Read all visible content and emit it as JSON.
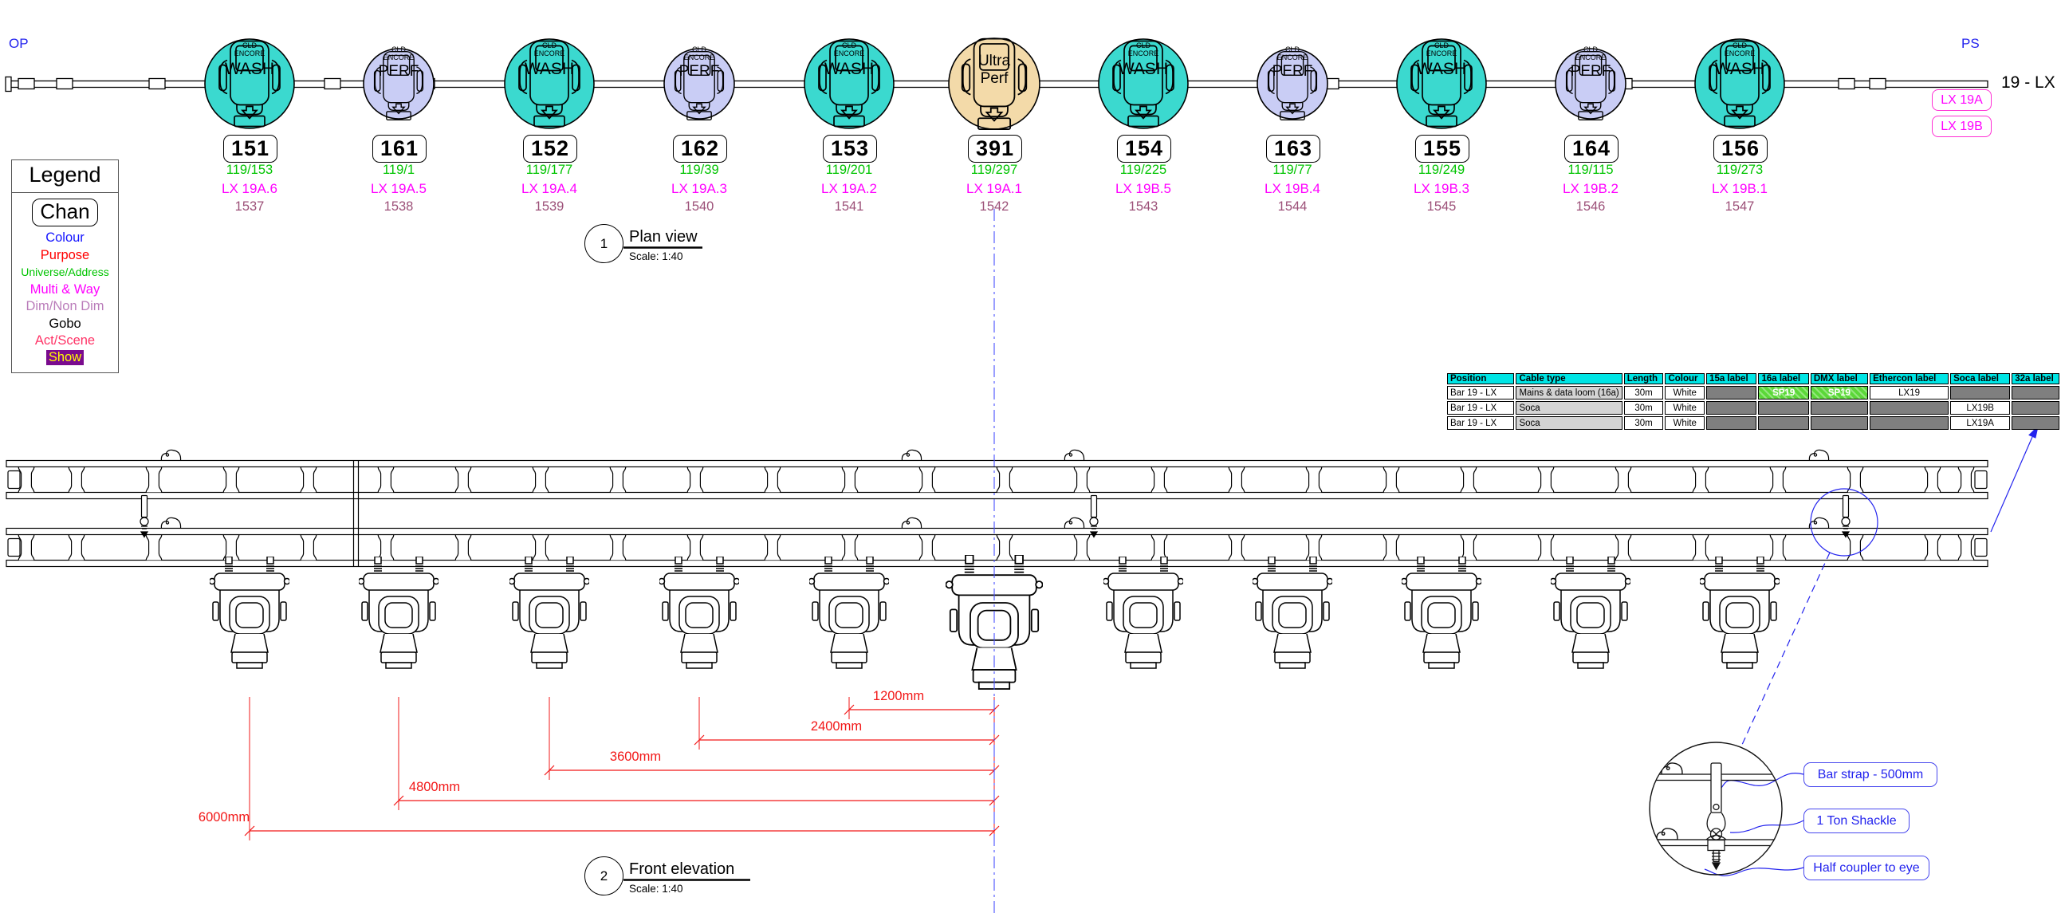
{
  "corner": {
    "op": "OP",
    "ps": "PS",
    "bar_name": "19 - LX",
    "loom_a": "LX 19A",
    "loom_b": "LX 19B"
  },
  "legend": {
    "title": "Legend",
    "chan": "Chan",
    "items": [
      {
        "label": "Colour",
        "color": "#1414FF"
      },
      {
        "label": "Purpose",
        "color": "#FF0000"
      },
      {
        "label": "Universe/Address",
        "color": "#00C400"
      },
      {
        "label": "Multi & Way",
        "color": "#FF00FF"
      },
      {
        "label": "Dim/Non Dim",
        "color": "#BA7CBA"
      },
      {
        "label": "Gobo",
        "color": "#000000"
      },
      {
        "label": "Act/Scene",
        "color": "#FF3366"
      },
      {
        "label": "Show",
        "color": "#FFFF00",
        "bg": "#7A0B8E"
      }
    ]
  },
  "views": [
    {
      "num": "1",
      "title": "Plan view",
      "scale": "Scale: 1:40"
    },
    {
      "num": "2",
      "title": "Front elevation",
      "scale": "Scale: 1:40"
    }
  ],
  "fixtures": [
    {
      "channel": "151",
      "type": "wash",
      "brand_a": "CLD",
      "brand_b": "ENCORE",
      "label_a": "WASH",
      "label_b": "",
      "universe": "119/153",
      "multi": "LX 19A.6",
      "dim": "1537"
    },
    {
      "channel": "161",
      "type": "perf",
      "brand_a": "CLD",
      "brand_b": "ENCORE",
      "label_a": "PERF",
      "label_b": "",
      "universe": "119/1",
      "multi": "LX 19A.5",
      "dim": "1538"
    },
    {
      "channel": "152",
      "type": "wash",
      "brand_a": "CLD",
      "brand_b": "ENCORE",
      "label_a": "WASH",
      "label_b": "",
      "universe": "119/177",
      "multi": "LX 19A.4",
      "dim": "1539"
    },
    {
      "channel": "162",
      "type": "perf",
      "brand_a": "CLD",
      "brand_b": "ENCORE",
      "label_a": "PERF",
      "label_b": "",
      "universe": "119/39",
      "multi": "LX 19A.3",
      "dim": "1540"
    },
    {
      "channel": "153",
      "type": "wash",
      "brand_a": "CLD",
      "brand_b": "ENCORE",
      "label_a": "WASH",
      "label_b": "",
      "universe": "119/201",
      "multi": "LX 19A.2",
      "dim": "1541"
    },
    {
      "channel": "391",
      "type": "ultra",
      "brand_a": "",
      "brand_b": "",
      "label_a": "Ultra",
      "label_b": "Perf",
      "universe": "119/297",
      "multi": "LX 19A.1",
      "dim": "1542"
    },
    {
      "channel": "154",
      "type": "wash",
      "brand_a": "CLD",
      "brand_b": "ENCORE",
      "label_a": "WASH",
      "label_b": "",
      "universe": "119/225",
      "multi": "LX 19B.5",
      "dim": "1543"
    },
    {
      "channel": "163",
      "type": "perf",
      "brand_a": "CLD",
      "brand_b": "ENCORE",
      "label_a": "PERF",
      "label_b": "",
      "universe": "119/77",
      "multi": "LX 19B.4",
      "dim": "1544"
    },
    {
      "channel": "155",
      "type": "wash",
      "brand_a": "CLD",
      "brand_b": "ENCORE",
      "label_a": "WASH",
      "label_b": "",
      "universe": "119/249",
      "multi": "LX 19B.3",
      "dim": "1545"
    },
    {
      "channel": "164",
      "type": "perf",
      "brand_a": "CLD",
      "brand_b": "ENCORE",
      "label_a": "PERF",
      "label_b": "",
      "universe": "119/115",
      "multi": "LX 19B.2",
      "dim": "1546"
    },
    {
      "channel": "156",
      "type": "wash",
      "brand_a": "CLD",
      "brand_b": "ENCORE",
      "label_a": "WASH",
      "label_b": "",
      "universe": "119/273",
      "multi": "LX 19B.1",
      "dim": "1547"
    }
  ],
  "cable_table": {
    "headers": [
      "Position",
      "Cable type",
      "Length",
      "Colour",
      "15a label",
      "16a label",
      "DMX label",
      "Ethercon label",
      "Soca label",
      "32a label"
    ],
    "rows": [
      [
        "Bar 19 - LX",
        "Mains & data loom (16a)",
        "30m",
        "White",
        "",
        "SP19",
        "SP19",
        "LX19",
        "",
        ""
      ],
      [
        "Bar 19 - LX",
        "Soca",
        "30m",
        "White",
        "",
        "",
        "",
        "",
        "LX19B",
        ""
      ],
      [
        "Bar 19 - LX",
        "Soca",
        "30m",
        "White",
        "",
        "",
        "",
        "",
        "LX19A",
        ""
      ]
    ]
  },
  "dimensions": {
    "labels": [
      "1200mm",
      "2400mm",
      "3600mm",
      "4800mm",
      "6000mm"
    ]
  },
  "callouts": [
    "Bar strap - 500mm",
    "1 Ton Shackle",
    "Half coupler to eye"
  ],
  "colors": {
    "wash": "#3BD9CF",
    "perf": "#C9CDF5",
    "ultra": "#F3DAA9",
    "universe_text": "#00C400",
    "multi_text": "#FF00FF",
    "dim_text": "#9C5078",
    "annotation_blue": "#2323EE",
    "dimension_red": "#F21818",
    "table_header": "#00E5E5"
  }
}
